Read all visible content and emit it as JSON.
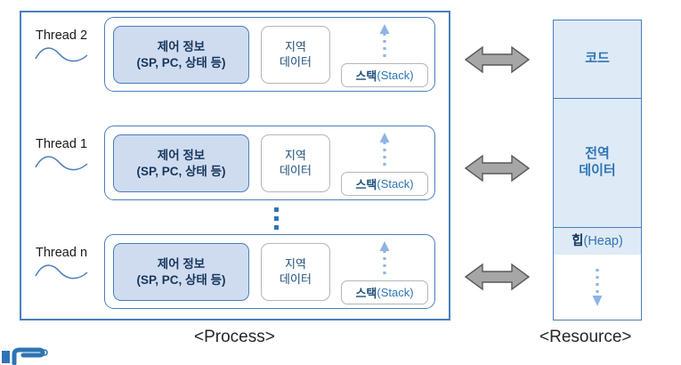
{
  "process": {
    "caption": "<Process>",
    "threads": [
      {
        "label": "Thread 2",
        "control": {
          "line1": "제어 정보",
          "line2": "(SP, PC, 상태 등)"
        },
        "local": {
          "line1": "지역",
          "line2": "데이터"
        },
        "stack": {
          "ko": "스택",
          "en": "(Stack)"
        }
      },
      {
        "label": "Thread 1",
        "control": {
          "line1": "제어 정보",
          "line2": "(SP, PC, 상태 등)"
        },
        "local": {
          "line1": "지역",
          "line2": "데이터"
        },
        "stack": {
          "ko": "스택",
          "en": "(Stack)"
        }
      },
      {
        "label": "Thread n",
        "control": {
          "line1": "제어 정보",
          "line2": "(SP, PC, 상태 등)"
        },
        "local": {
          "line1": "지역",
          "line2": "데이터"
        },
        "stack": {
          "ko": "스택",
          "en": "(Stack)"
        }
      }
    ]
  },
  "resource": {
    "caption": "<Resource>",
    "segments": {
      "code": "코드",
      "global_line1": "전역",
      "global_line2": "데이터",
      "heap_ko": "힙",
      "heap_en": "(Heap)"
    }
  },
  "colors": {
    "panel_border": "#4a7ebb",
    "control_fill": "#cfdcef",
    "control_text": "#17365d",
    "resource_fill": "#deeaf6",
    "resource_text": "#2e74b5",
    "neutral_border": "#b6b6b6",
    "arrow_fill": "#a6a6a6",
    "arrow_stroke": "#595959",
    "dotted_arrow": "#8eb4e3",
    "wave": "#4a7ebb",
    "caption_text": "#262626"
  }
}
